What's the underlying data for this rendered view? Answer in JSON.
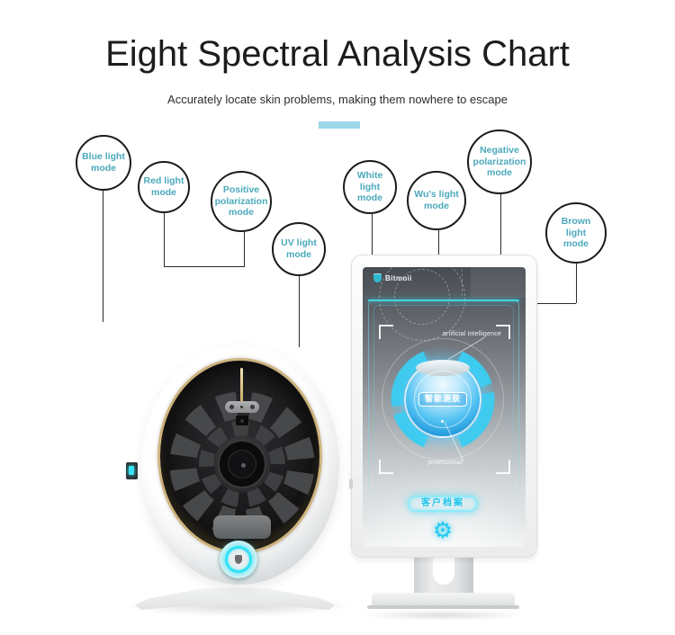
{
  "page": {
    "title": "Eight Spectral Analysis Chart",
    "subtitle": "Accurately locate skin problems, making them nowhere to escape"
  },
  "modes": [
    {
      "label": "Blue light mode"
    },
    {
      "label": "Red light mode"
    },
    {
      "label": "Positive polarization mode"
    },
    {
      "label": "UV light mode"
    },
    {
      "label": "White light mode"
    },
    {
      "label": "Wu's light mode"
    },
    {
      "label": "Negative polarization mode"
    },
    {
      "label": "Brown light mode"
    }
  ],
  "tablet_screen": {
    "brand": "Bitmoii",
    "ai_label": "artificial intelligence",
    "professional_label": "professional",
    "scan_button_label": "智能测肤",
    "records_button_label": "客户档案",
    "gear_glyph": "⚙"
  },
  "colors": {
    "label_teal": "#4AA9BB",
    "divider_blue": "#9BD7E8",
    "glow_cyan": "#35D6F0",
    "sphere_blue": "#2EA8E8",
    "gold_rim": "#CDB37F"
  }
}
